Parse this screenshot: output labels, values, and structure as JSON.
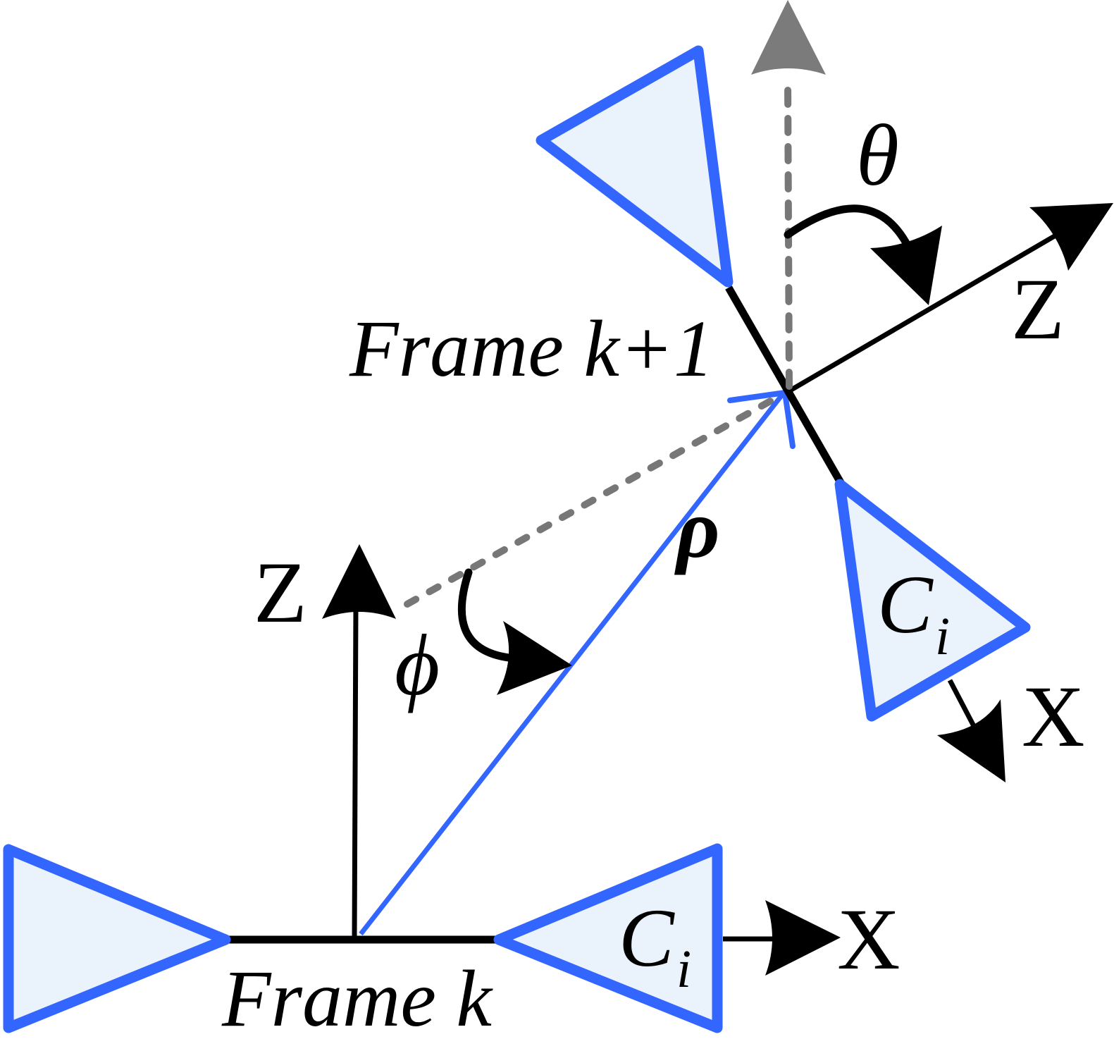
{
  "labels": {
    "frame_k": "Frame k",
    "frame_k1": "Frame k+1",
    "axis_z_k": "Z",
    "axis_x_k": "X",
    "axis_z_k1": "Z",
    "axis_x_k1": "X",
    "theta": "θ",
    "phi": "ϕ",
    "rho": "ρ",
    "camera_k_base": "C",
    "camera_k_sub": "i",
    "camera_k1_base": "C",
    "camera_k1_sub": "i"
  },
  "colors": {
    "camera_stroke": "#3366FF",
    "camera_fill": "#EAF2FC",
    "axis": "#000000",
    "guide_dashed": "#777777",
    "rho_vector": "#3366FF"
  }
}
